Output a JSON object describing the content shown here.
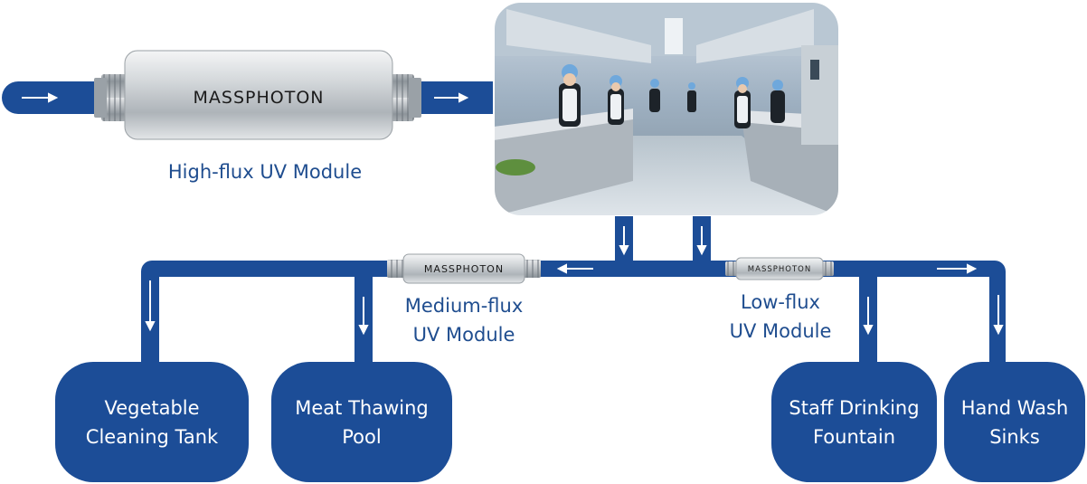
{
  "brand": {
    "name": "MASSPHOTON"
  },
  "colors": {
    "pipe": "#1c4d97",
    "label": "#1f4d8f",
    "module_body": "#d6dadd"
  },
  "modules": {
    "high": {
      "label": "High-flux UV Module"
    },
    "medium": {
      "label_line1": "Medium-flux",
      "label_line2": "UV Module"
    },
    "low": {
      "label_line1": "Low-flux",
      "label_line2": "UV Module"
    }
  },
  "destinations": [
    {
      "line1": "Vegetable",
      "line2": "Cleaning Tank"
    },
    {
      "line1": "Meat Thawing",
      "line2": "Pool"
    },
    {
      "line1": "Staff Drinking",
      "line2": "Fountain"
    },
    {
      "line1": "Hand Wash",
      "line2": "Sinks"
    }
  ],
  "kitchen_photo": {
    "icon": "kitchen-photo"
  },
  "arrows": {
    "icon": "flow-arrow"
  }
}
